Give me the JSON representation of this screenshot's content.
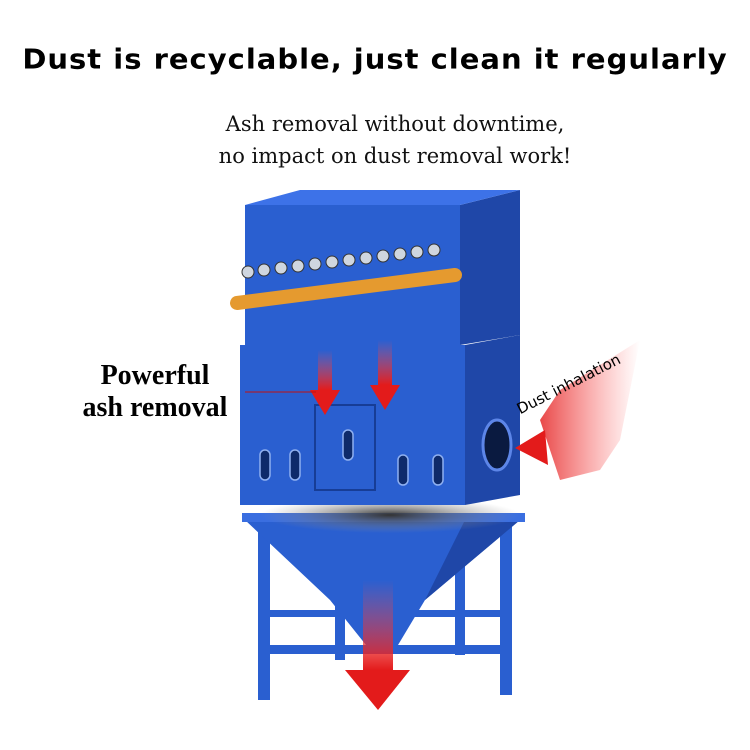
{
  "headline": "Dust is recyclable, just clean it regularly",
  "subtitle": {
    "line1": "Ash removal without downtime,",
    "line2": "no impact on dust removal work!"
  },
  "callout_left": {
    "line1": "Powerful",
    "line2": "ash removal"
  },
  "callout_right": "Dust inhalation",
  "colors": {
    "machine_blue": "#2a5fd0",
    "machine_side": "#1f47a8",
    "pipe_orange": "#e59a2f",
    "arrow_red": "#e31b1b"
  }
}
